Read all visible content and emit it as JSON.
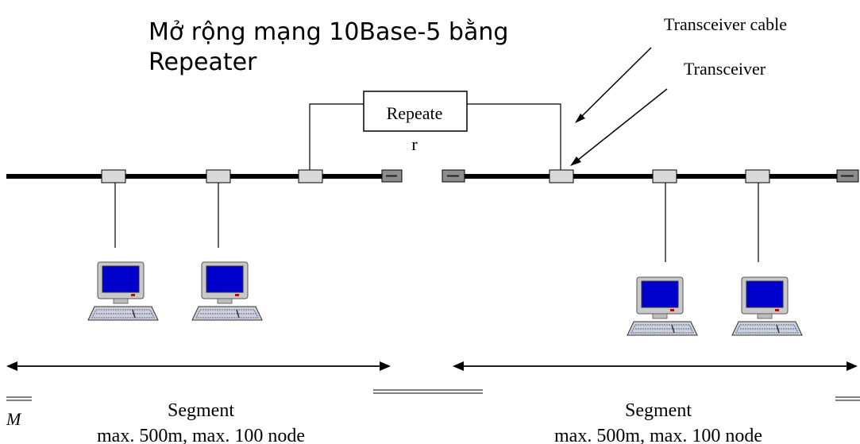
{
  "title": {
    "line1": "Mở rộng mạng 10Base-5 bằng",
    "line2": "Repeater"
  },
  "labels": {
    "transceiver_cable": "Transceiver  cable",
    "transceiver": "Transceiver",
    "repeater_line1": "Repeate",
    "repeater_line2": "r"
  },
  "segments": [
    {
      "label": "Segment",
      "spec": "max. 500m, max. 100 node"
    },
    {
      "label": "Segment",
      "spec": "max. 500m, max. 100 node"
    }
  ],
  "corner_fragment": "M",
  "colors": {
    "cable": "#000000",
    "screen": "#0000cc",
    "monitor_body": "#c9c9c9",
    "tap": "#d9d9d9",
    "terminator": "#8c8c8c",
    "led": "#cc0000"
  }
}
